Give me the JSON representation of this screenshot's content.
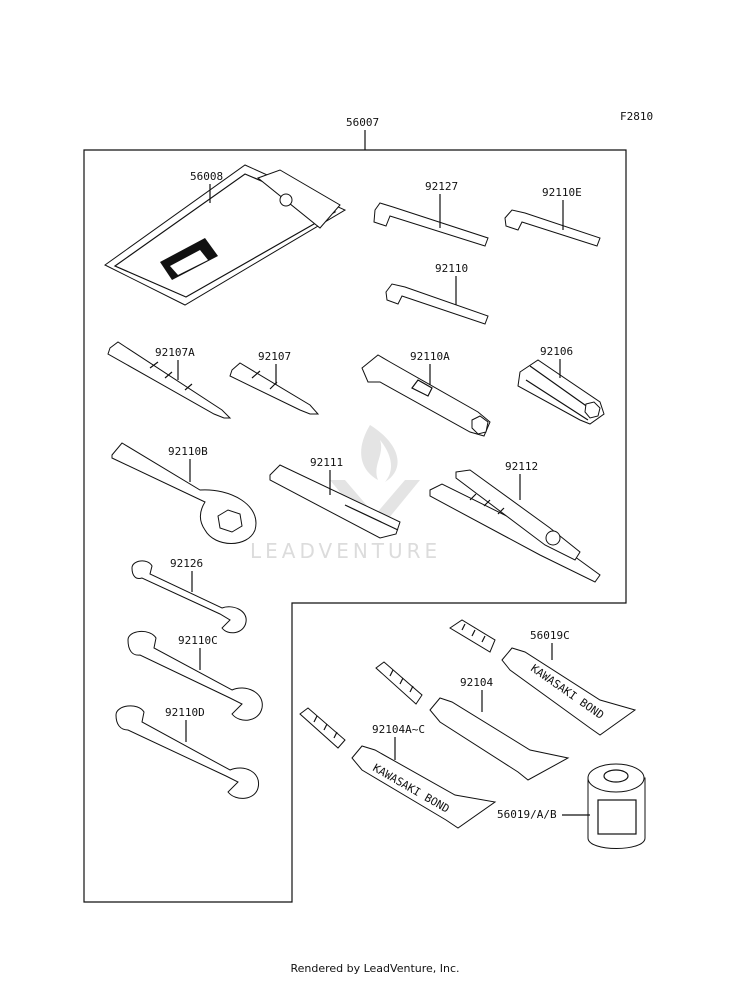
{
  "figure_code": "F2810",
  "kit_label": "56007",
  "watermark_text": "LEADVENTURE",
  "footer_text": "Rendered by LeadVenture, Inc.",
  "tube_text": "KAWASAKI BOND",
  "parts": {
    "p56008": "56008",
    "p92127": "92127",
    "p92110E": "92110E",
    "p92110": "92110",
    "p92107A": "92107A",
    "p92107": "92107",
    "p92110A": "92110A",
    "p92106": "92106",
    "p92110B": "92110B",
    "p92111": "92111",
    "p92112": "92112",
    "p92126": "92126",
    "p92110C": "92110C",
    "p92110D": "92110D",
    "p56019C": "56019C",
    "p92104": "92104",
    "p92104AC": "92104A~C",
    "p56019AB": "56019/A/B"
  }
}
